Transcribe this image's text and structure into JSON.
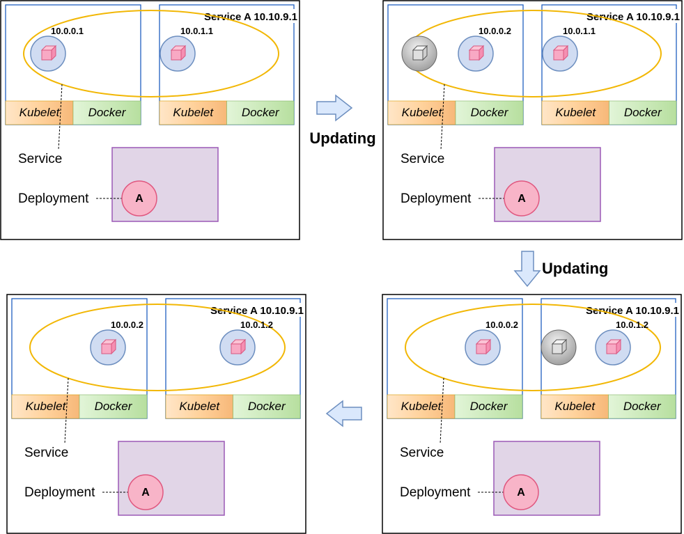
{
  "panels": [
    {
      "service_header": "Service A 10.10.9.1",
      "nodes": [
        {
          "kubelet": "Kubelet",
          "docker": "Docker"
        },
        {
          "kubelet": "Kubelet",
          "docker": "Docker"
        }
      ],
      "pods": [
        {
          "ip": "10.0.0.1",
          "status": "running"
        },
        {
          "ip": "10.0.1.1",
          "status": "running"
        }
      ],
      "service_label": "Service",
      "deployment_label": "Deployment",
      "deployment_badge": "A"
    },
    {
      "service_header": "Service A 10.10.9.1",
      "nodes": [
        {
          "kubelet": "Kubelet",
          "docker": "Docker"
        },
        {
          "kubelet": "Kubelet",
          "docker": "Docker"
        }
      ],
      "pods": [
        {
          "ip": "",
          "status": "terminating"
        },
        {
          "ip": "10.0.0.2",
          "status": "running"
        },
        {
          "ip": "10.0.1.1",
          "status": "running"
        }
      ],
      "service_label": "Service",
      "deployment_label": "Deployment",
      "deployment_badge": "A"
    },
    {
      "service_header": "Service A 10.10.9.1",
      "nodes": [
        {
          "kubelet": "Kubelet",
          "docker": "Docker"
        },
        {
          "kubelet": "Kubelet",
          "docker": "Docker"
        }
      ],
      "pods": [
        {
          "ip": "10.0.0.2",
          "status": "running"
        },
        {
          "ip": "",
          "status": "terminating"
        },
        {
          "ip": "10.0.1.2",
          "status": "running"
        }
      ],
      "service_label": "Service",
      "deployment_label": "Deployment",
      "deployment_badge": "A"
    },
    {
      "service_header": "Service A 10.10.9.1",
      "nodes": [
        {
          "kubelet": "Kubelet",
          "docker": "Docker"
        },
        {
          "kubelet": "Kubelet",
          "docker": "Docker"
        }
      ],
      "pods": [
        {
          "ip": "10.0.0.2",
          "status": "running"
        },
        {
          "ip": "10.0.1.2",
          "status": "running"
        }
      ],
      "service_label": "Service",
      "deployment_label": "Deployment",
      "deployment_badge": "A"
    }
  ],
  "transitions": [
    {
      "label": "Updating",
      "direction": "right"
    },
    {
      "label": "Updating",
      "direction": "down"
    },
    {
      "label": "",
      "direction": "left"
    }
  ],
  "colors": {
    "node_border": "#1f5fbf",
    "service_ellipse": "#f2b705",
    "kubelet_fill": "#fbd4a8",
    "docker_fill": "#c6e7b5",
    "pod_fill": "#d0dcf2",
    "pod_border": "#6c8ebf",
    "cube_fill": "#f8a9c4",
    "cube_stroke": "#d9567f",
    "terminating_fill": "#c8c8c8",
    "deployment_fill": "#e1d5e7",
    "deployment_border": "#9b59b6",
    "badge_fill": "#f8b4c8",
    "badge_border": "#e0577f",
    "arrow_fill": "#dae8fc",
    "arrow_stroke": "#6c8ebf"
  }
}
